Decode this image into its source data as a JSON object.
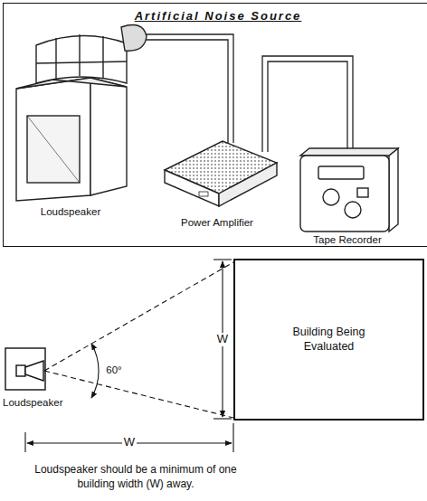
{
  "diagram": {
    "nodes": [
      {
        "text": [
          "Artificial Noise Source"
        ]
      },
      {
        "text": [
          "Building Being Evaluated"
        ]
      }
    ],
    "labels": [
      "Loudspeaker",
      "Power Amplifier",
      "Tape Recorder",
      "Loudspeaker",
      "60°",
      "W",
      "W",
      "Loudspeaker should be a minimum of one building width (W) away."
    ]
  }
}
